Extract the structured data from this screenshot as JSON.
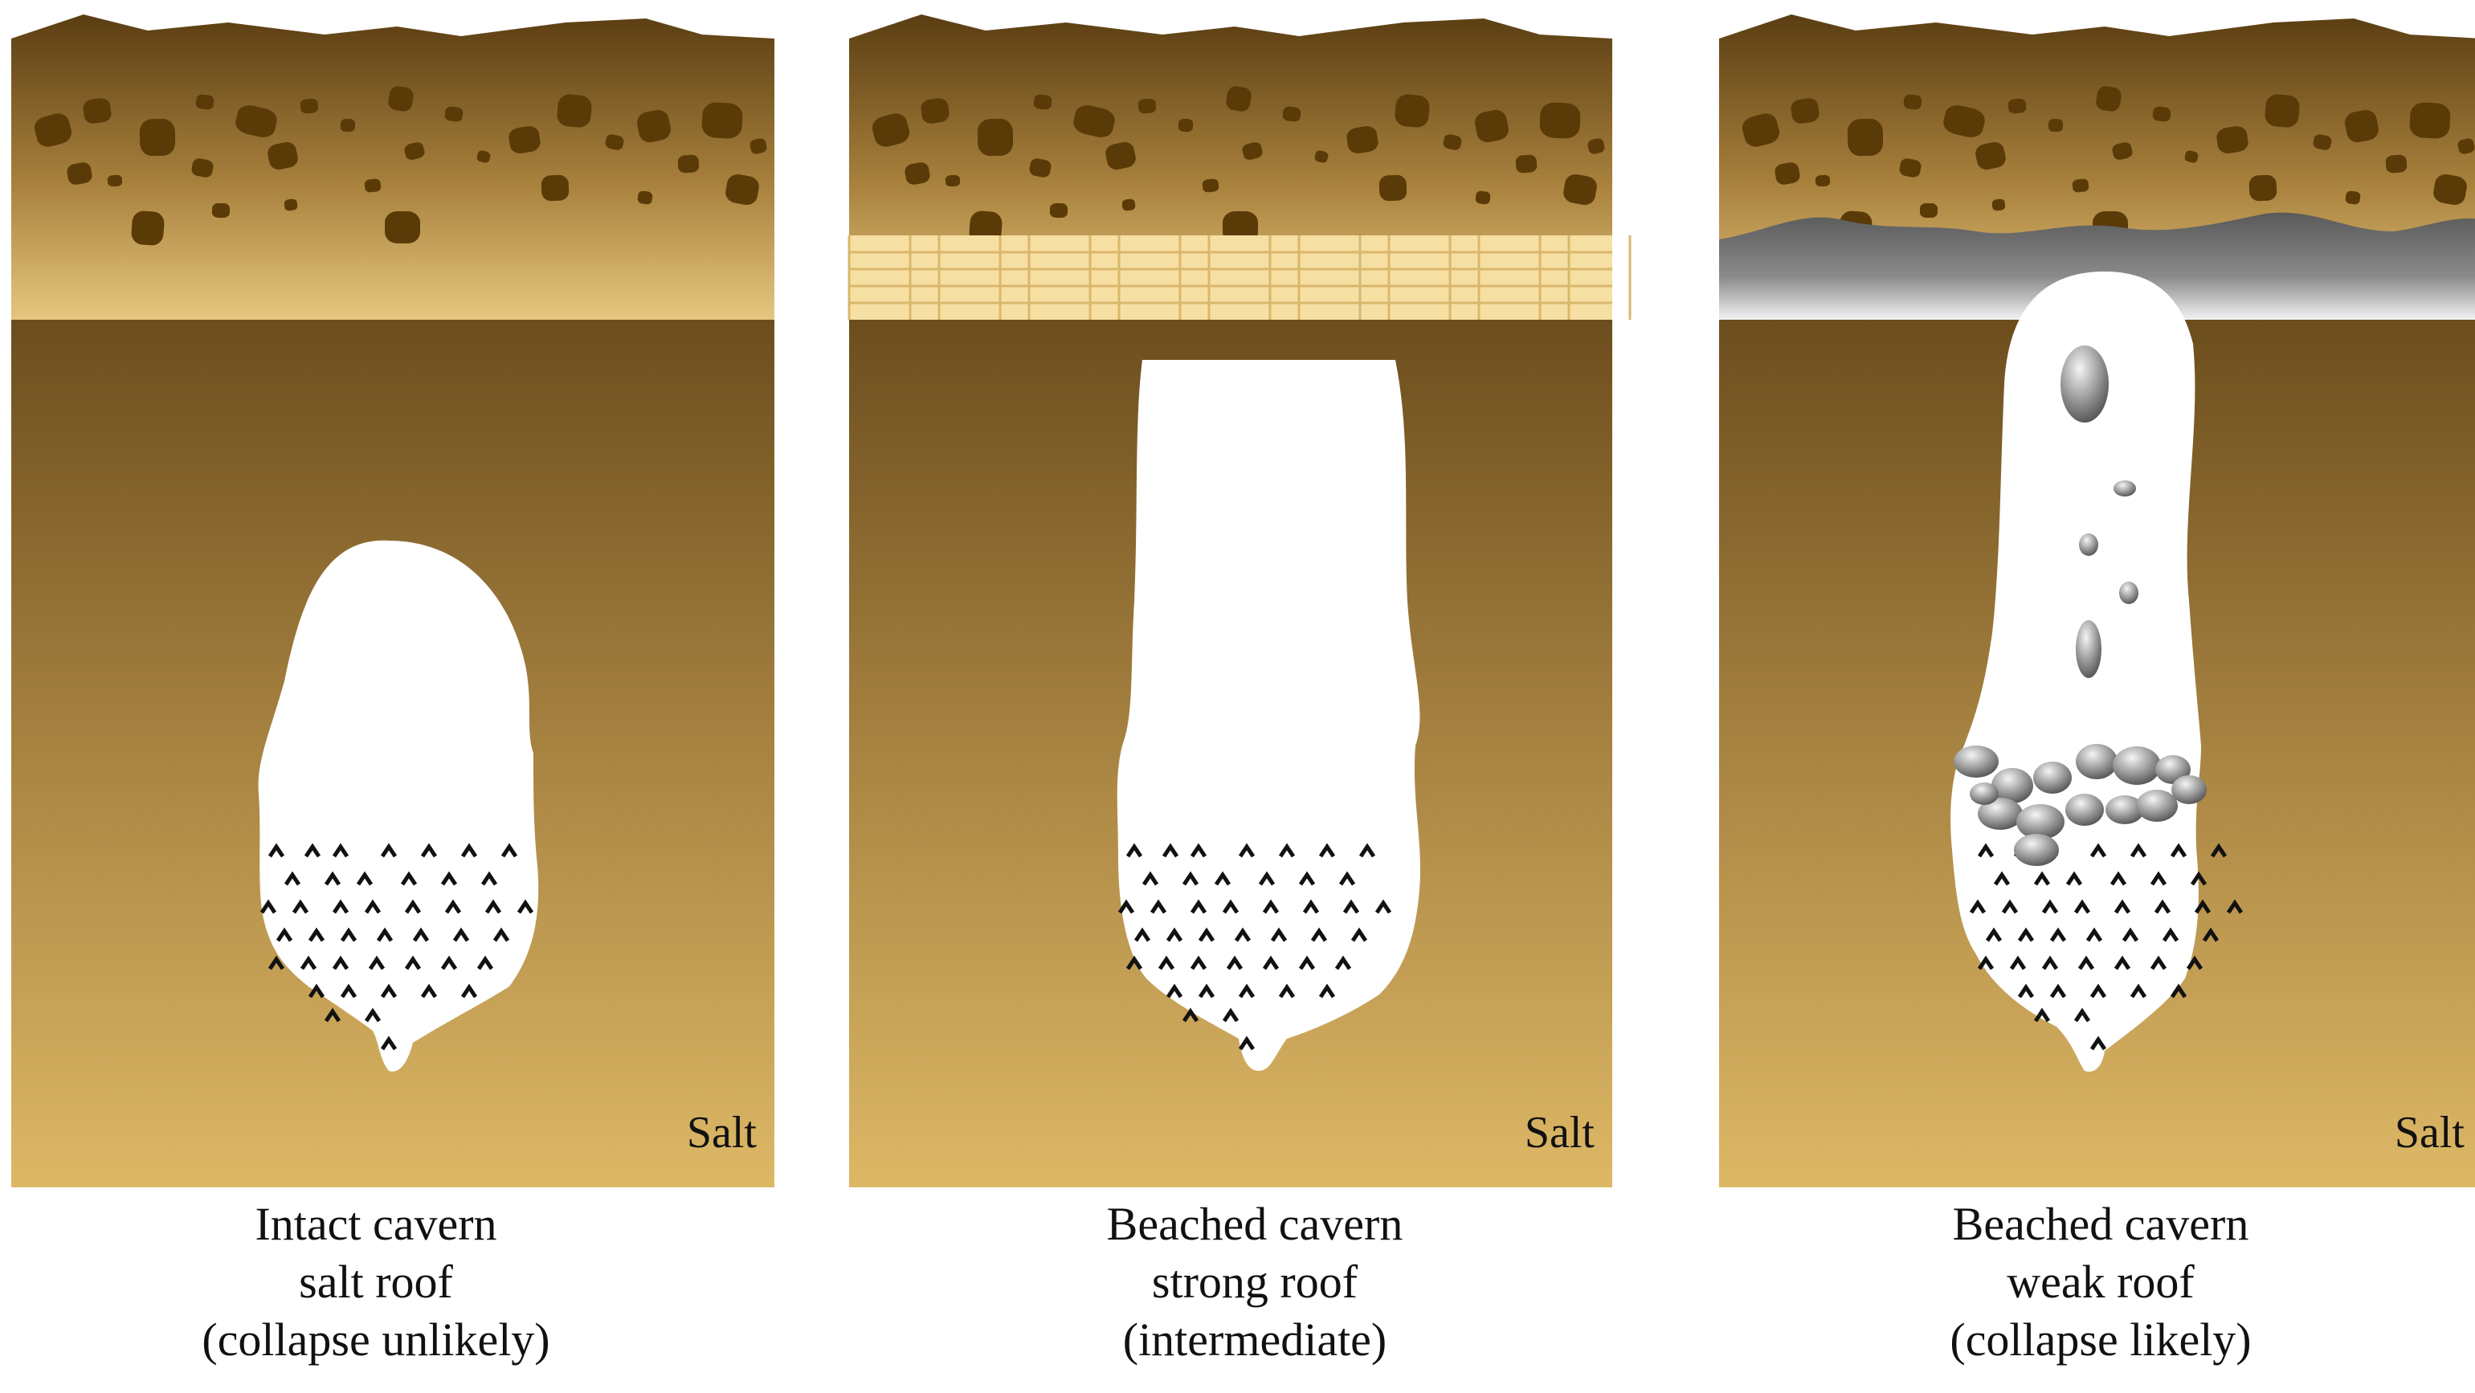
{
  "panels": [
    {
      "salt_label": "Salt",
      "caption": [
        "Intact cavern",
        "salt roof",
        "(collapse unlikely)"
      ],
      "roof_type": "salt"
    },
    {
      "salt_label": "Salt",
      "caption": [
        "Beached cavern",
        "strong roof",
        "(intermediate)"
      ],
      "roof_type": "strong"
    },
    {
      "salt_label": "Salt",
      "caption": [
        "Beached cavern",
        "weak roof",
        "(collapse likely)"
      ],
      "roof_type": "weak"
    }
  ],
  "colors": {
    "overburden_top": "#5a3d12",
    "overburden_bottom": "#e2c07a",
    "salt_top": "#6f5020",
    "salt_bottom": "#dcb765",
    "rock": "#5a3b08",
    "strong_roof_fill": "#f6dfa3",
    "strong_roof_lines": "#d9b76c",
    "weak_roof": "#6f6f6f",
    "cavern": "#ffffff",
    "debris": "#555555"
  }
}
